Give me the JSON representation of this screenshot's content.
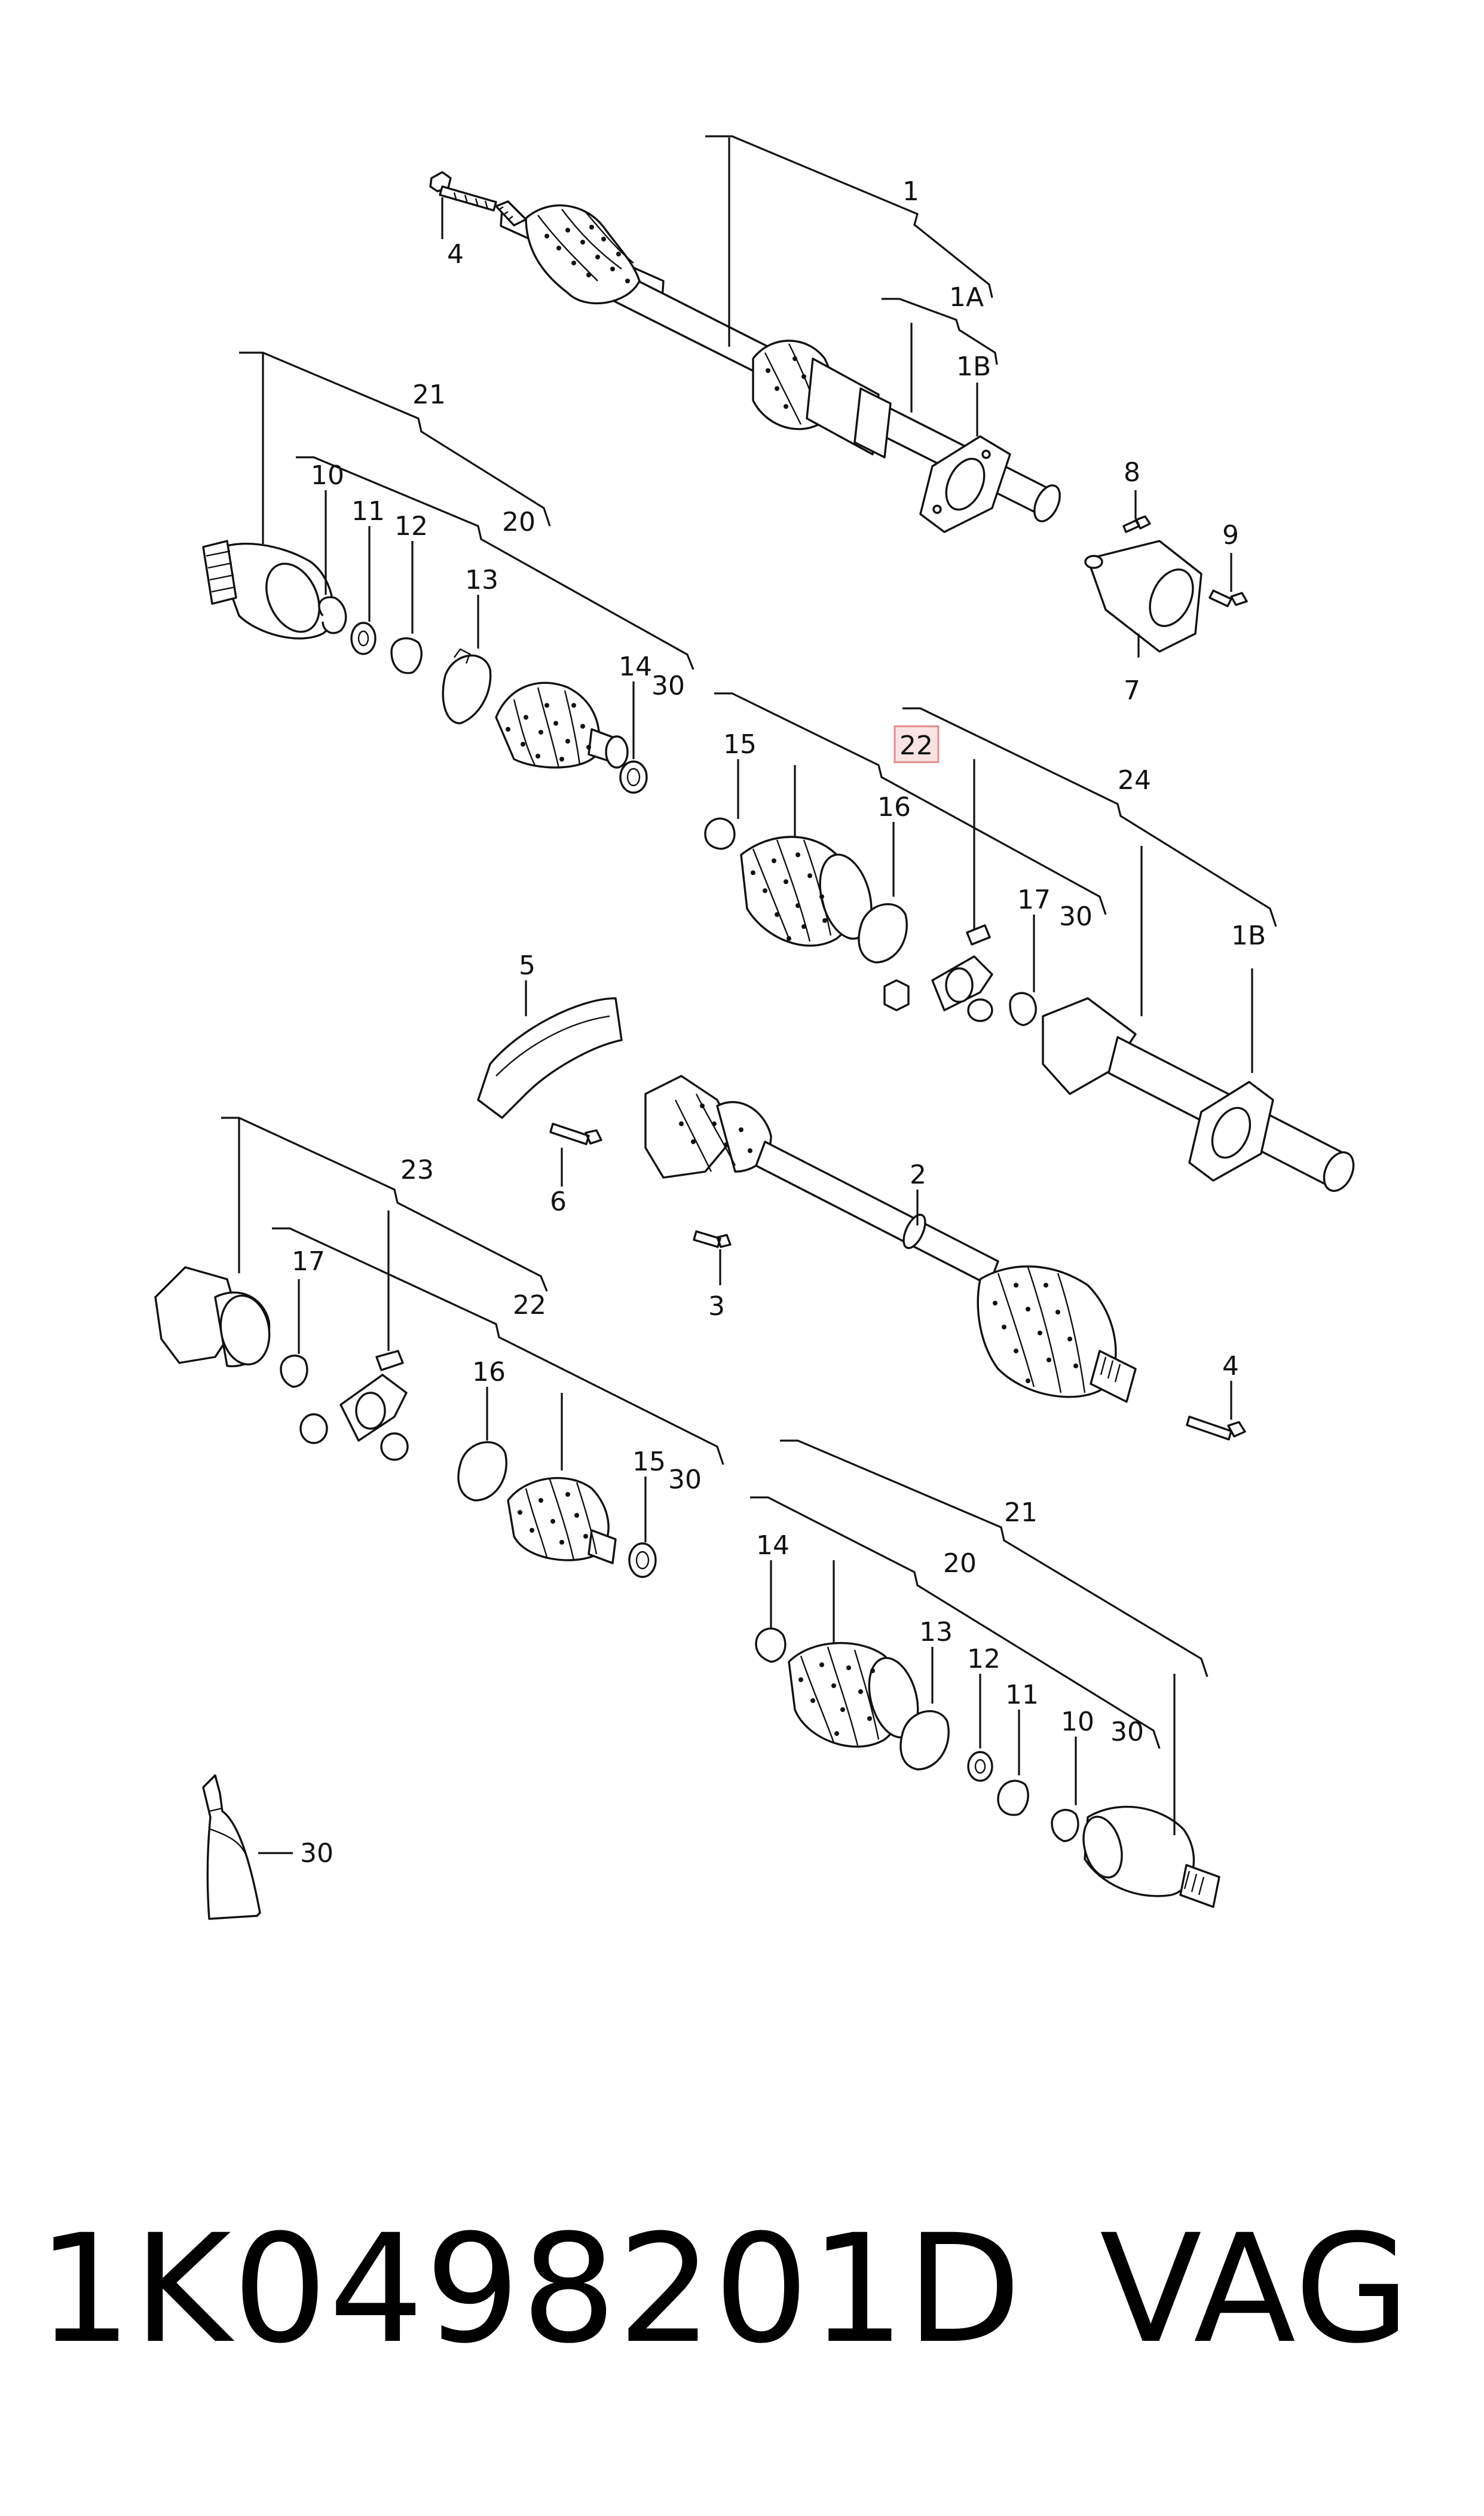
{
  "footer": {
    "part_number": "1K0498201D",
    "brand": "VAG"
  },
  "highlight_label": "22",
  "callouts": {
    "top_shaft": {
      "c1": "1",
      "c1a": "1A",
      "c1b": "1B",
      "c4": "4",
      "c8": "8",
      "c9": "9",
      "c7": "7"
    },
    "outer_kit_upper": {
      "c21": "21",
      "c20": "20",
      "c10": "10",
      "c11": "11",
      "c12": "12",
      "c13": "13",
      "c14": "14",
      "c30": "30"
    },
    "inner_kit_upper": {
      "c15": "15",
      "c16": "16",
      "c17": "17",
      "c30": "30",
      "c24": "24",
      "c1b": "1B"
    },
    "middle": {
      "c5": "5",
      "c6": "6",
      "c2": "2",
      "c3": "3",
      "c4": "4"
    },
    "inner_kit_lower": {
      "c23": "23",
      "c17": "17",
      "c22": "22",
      "c16": "16",
      "c15": "15",
      "c30": "30"
    },
    "outer_kit_lower": {
      "c21": "21",
      "c20": "20",
      "c14": "14",
      "c13": "13",
      "c12": "12",
      "c11": "11",
      "c10": "10",
      "c30": "30"
    },
    "grease": {
      "c30": "30"
    }
  }
}
